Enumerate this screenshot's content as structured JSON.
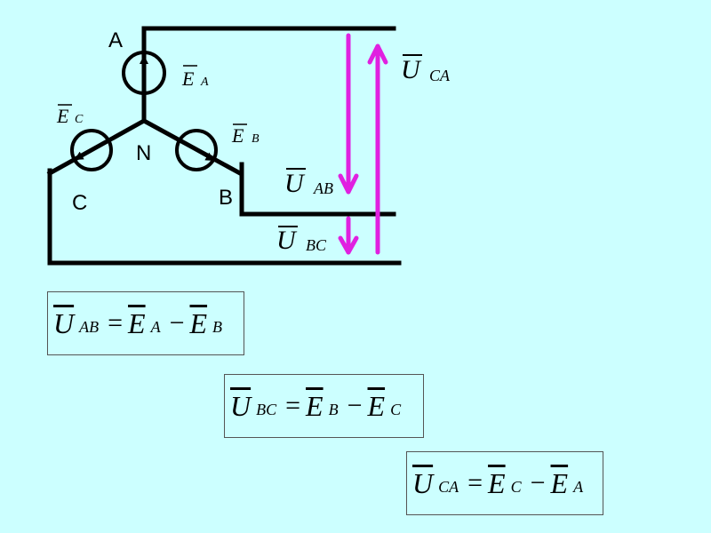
{
  "nodes": {
    "a": "A",
    "b": "B",
    "c": "C",
    "n": "N"
  },
  "emf": {
    "a": {
      "symbol": "E",
      "sub": "A"
    },
    "b": {
      "symbol": "E",
      "sub": "B"
    },
    "c": {
      "symbol": "E",
      "sub": "C"
    }
  },
  "voltages": {
    "ca": {
      "symbol": "U",
      "sub": "CA"
    },
    "ab": {
      "symbol": "U",
      "sub": "AB"
    },
    "bc": {
      "symbol": "U",
      "sub": "BC"
    }
  },
  "equations": [
    {
      "lhs": "U",
      "lhs_sub": "AB",
      "eq": "=",
      "t1": "E",
      "t1_sub": "A",
      "op": "−",
      "t2": "E",
      "t2_sub": "B"
    },
    {
      "lhs": "U",
      "lhs_sub": "BC",
      "eq": "=",
      "t1": "E",
      "t1_sub": "B",
      "op": "−",
      "t2": "E",
      "t2_sub": "C"
    },
    {
      "lhs": "U",
      "lhs_sub": "CA",
      "eq": "=",
      "t1": "E",
      "t1_sub": "C",
      "op": "−",
      "t2": "E",
      "t2_sub": "A"
    }
  ],
  "colors": {
    "background": "#ccffff",
    "wire": "#000000",
    "arrow": "#e020e0"
  }
}
